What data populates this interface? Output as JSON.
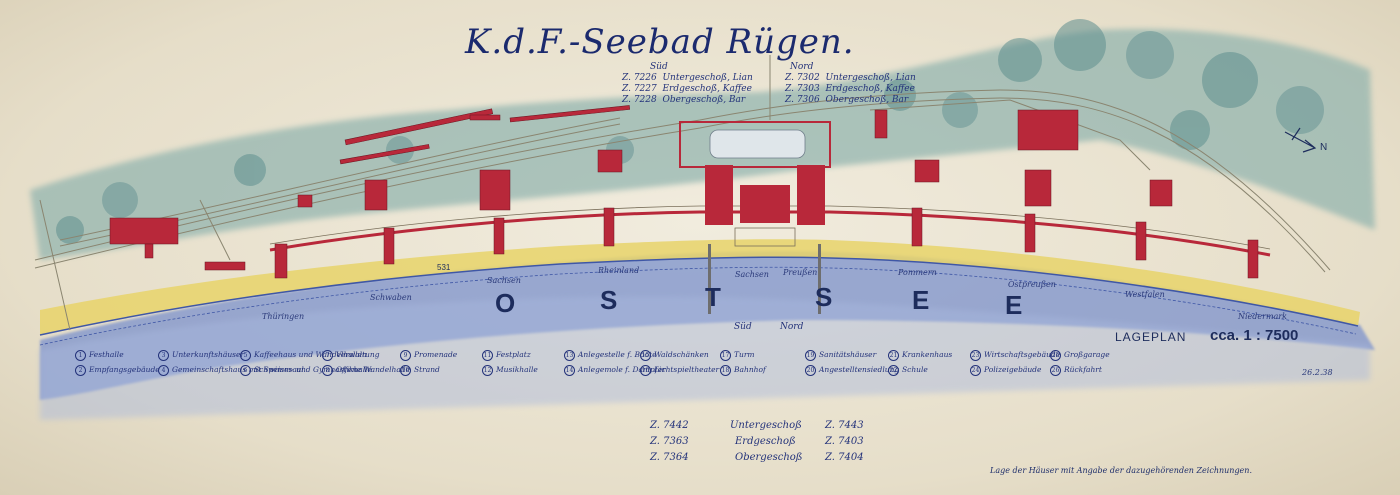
{
  "title": "K.d.F.-Seebad Rügen.",
  "sea_label": [
    "O",
    "S",
    "T",
    "S",
    "E",
    "E"
  ],
  "compass_label": "N",
  "plan_label": "LAGEPLAN",
  "scale": "cca. 1 : 7500",
  "marker_531": "531",
  "date_note": "26.2.38",
  "caption": "Lage der Häuser mit Angabe der dazugehörenden Zeichnungen.",
  "top_drawings": {
    "left_header": "Süd",
    "right_header": "Nord",
    "left": [
      {
        "id": "Z. 7226",
        "label": "Untergeschoß, Lian"
      },
      {
        "id": "Z. 7227",
        "label": "Erdgeschoß, Kaffee"
      },
      {
        "id": "Z. 7228",
        "label": "Obergeschoß, Bar"
      }
    ],
    "right": [
      {
        "id": "Z. 7302",
        "label": "Untergeschoß, Lian"
      },
      {
        "id": "Z. 7303",
        "label": "Erdgeschoß, Kaffee"
      },
      {
        "id": "Z. 7306",
        "label": "Obergeschoß, Bar"
      }
    ]
  },
  "bottom_drawings": {
    "left_header": "Süd",
    "right_header": "Nord",
    "rows": [
      {
        "left": "Z. 7442",
        "label": "Untergeschoß",
        "right": "Z. 7443"
      },
      {
        "left": "Z. 7363",
        "label": "Erdgeschoß",
        "right": "Z. 7403"
      },
      {
        "left": "Z. 7364",
        "label": "Obergeschoß",
        "right": "Z. 7404"
      }
    ]
  },
  "beach_names": [
    "Thüringen",
    "Schwaben",
    "Sachsen",
    "Rheinland",
    "Sachsen",
    "Preußen",
    "Pommern",
    "Ostpreußen",
    "Westfalen",
    "Niedermark"
  ],
  "legend": [
    {
      "n": "1",
      "label": "Festhalle"
    },
    {
      "n": "2",
      "label": "Empfangsgebäude"
    },
    {
      "n": "3",
      "label": "Unterkunftshäuser"
    },
    {
      "n": "4",
      "label": "Gemeinschaftshaus mit Speisesaal"
    },
    {
      "n": "5",
      "label": "Kaffeehaus und Wandelhallen"
    },
    {
      "n": "6",
      "label": "Schwimm- und Gymnastikhalle"
    },
    {
      "n": "7",
      "label": "Verwaltung"
    },
    {
      "n": "8",
      "label": "Offene Wandelhalle"
    },
    {
      "n": "9",
      "label": "Promenade"
    },
    {
      "n": "10",
      "label": "Strand"
    },
    {
      "n": "11",
      "label": "Festplatz"
    },
    {
      "n": "12",
      "label": "Musikhalle"
    },
    {
      "n": "13",
      "label": "Anlegestelle f. Boote"
    },
    {
      "n": "14",
      "label": "Anlegemole f. Dampfer"
    },
    {
      "n": "15",
      "label": "Waldschänken"
    },
    {
      "n": "16",
      "label": "Lichtspieltheater"
    },
    {
      "n": "17",
      "label": "Turm"
    },
    {
      "n": "18",
      "label": "Bahnhof"
    },
    {
      "n": "19",
      "label": "Sanitätshäuser"
    },
    {
      "n": "20",
      "label": "Angestelltensiedlung"
    },
    {
      "n": "21",
      "label": "Krankenhaus"
    },
    {
      "n": "22",
      "label": "Schule"
    },
    {
      "n": "23",
      "label": "Wirtschaftsgebäude"
    },
    {
      "n": "24",
      "label": "Polizeigebäude"
    },
    {
      "n": "25",
      "label": "Großgarage"
    },
    {
      "n": "26",
      "label": "Rückfahrt"
    }
  ],
  "colors": {
    "building": "#b8283a",
    "sea": "#6f86c4",
    "beach": "#e7d36a",
    "greenery": "#6f9da0",
    "ink": "#1f2f6b"
  }
}
